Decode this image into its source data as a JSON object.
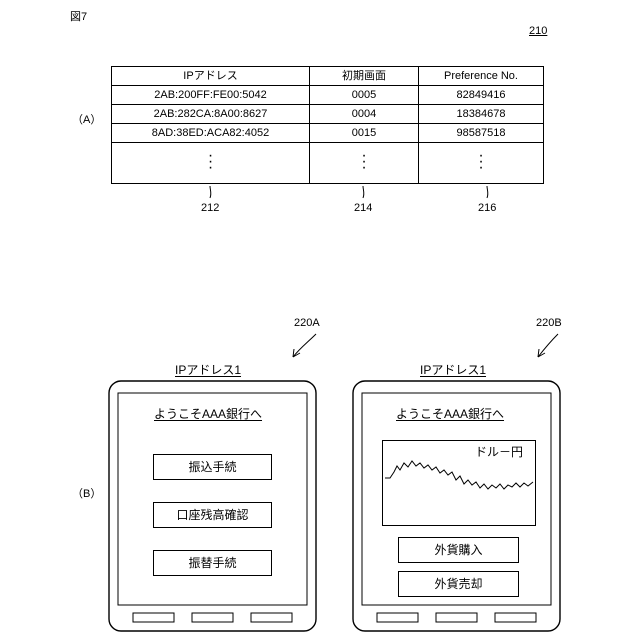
{
  "figure_label": "図7",
  "ref_table": "210",
  "section_a": "（A）",
  "section_b": "（B）",
  "table": {
    "headers": [
      "IPアドレス",
      "初期画面",
      "Preference No."
    ],
    "rows": [
      [
        "2AB:200FF:FE00:5042",
        "0005",
        "82849416"
      ],
      [
        "2AB:282CA:8A00:8627",
        "0004",
        "18384678"
      ],
      [
        "8AD:38ED:ACA82:4052",
        "0015",
        "98587518"
      ]
    ],
    "column_refs": [
      "212",
      "214",
      "216"
    ]
  },
  "phone_a": {
    "ref": "220A",
    "title": "IPアドレス1",
    "welcome": "ようこそAAA銀行へ",
    "buttons": [
      "振込手続",
      "口座残高確認",
      "振替手続"
    ]
  },
  "phone_b": {
    "ref": "220B",
    "title": "IPアドレス1",
    "welcome": "ようこそAAA銀行へ",
    "chart_label": "ドル－円",
    "buttons": [
      "外貨購入",
      "外貨売却"
    ]
  }
}
